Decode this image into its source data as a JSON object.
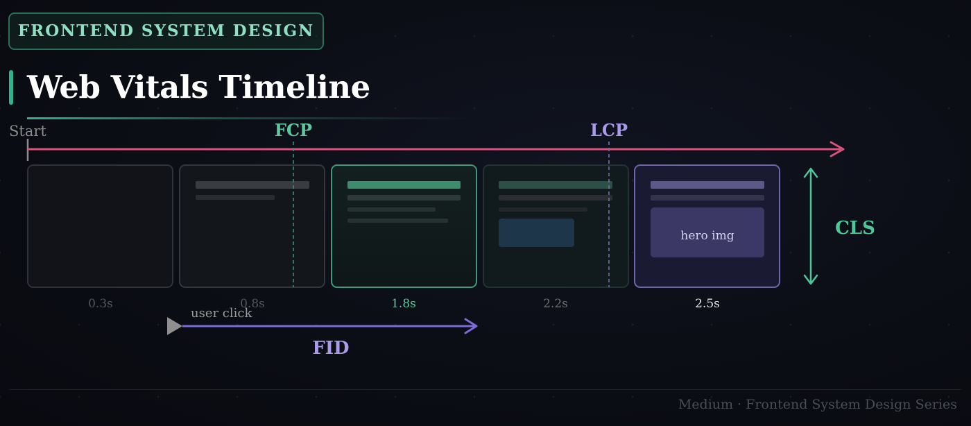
{
  "badge": {
    "label": "FRONTEND SYSTEM DESIGN"
  },
  "title": "Web Vitals Timeline",
  "timeline": {
    "start_label": "Start",
    "fcp_label": "FCP",
    "lcp_label": "LCP",
    "cls_label": "CLS",
    "fid_label": "FID",
    "user_click_label": "user click",
    "hero_image_label": "hero img"
  },
  "frames": [
    {
      "time": "0.3s"
    },
    {
      "time": "0.8s"
    },
    {
      "time": "1.8s"
    },
    {
      "time": "2.2s"
    },
    {
      "time": "2.5s"
    }
  ],
  "colors": {
    "timeline": "#d9527a",
    "fcp": "#5ec9a0",
    "lcp": "#a99be8",
    "fid": "#7d6ad8",
    "cls": "#4fc79a"
  },
  "footer": {
    "credit": "Medium · Frontend System Design Series"
  }
}
